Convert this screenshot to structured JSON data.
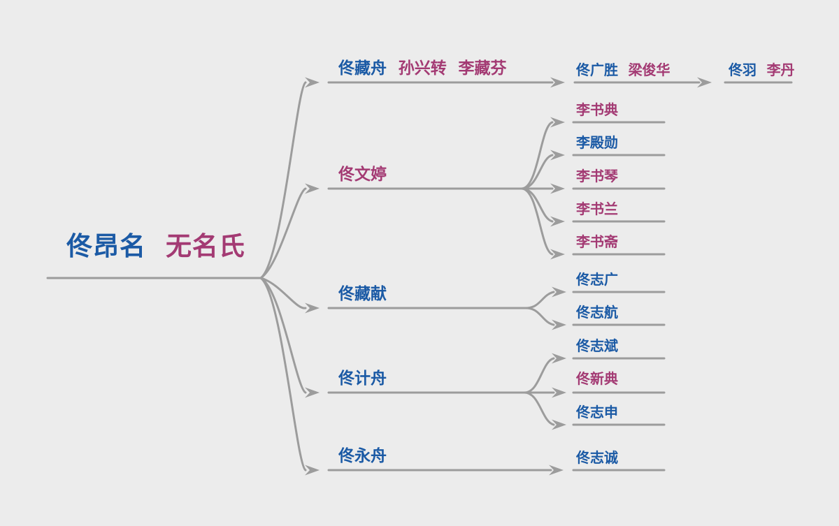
{
  "diagram_type": "family-tree-mindmap",
  "colors": {
    "male_text": "#1b5aa5",
    "female_text": "#a33a73",
    "line": "#9c9c9c",
    "background": "#ececec"
  },
  "tree": {
    "root": {
      "parts": [
        {
          "text": "佟昂名",
          "gender": "male"
        },
        {
          "text": "无名氏",
          "gender": "female"
        }
      ],
      "children": [
        {
          "parts": [
            {
              "text": "佟藏舟",
              "gender": "male"
            },
            {
              "text": "孙兴转",
              "gender": "female"
            },
            {
              "text": "李藏芬",
              "gender": "female"
            }
          ],
          "children": [
            {
              "parts": [
                {
                  "text": "佟广胜",
                  "gender": "male"
                },
                {
                  "text": "梁俊华",
                  "gender": "female"
                }
              ],
              "children": [
                {
                  "parts": [
                    {
                      "text": "佟羽",
                      "gender": "male"
                    },
                    {
                      "text": "李丹",
                      "gender": "female"
                    }
                  ],
                  "children": []
                }
              ]
            }
          ]
        },
        {
          "parts": [
            {
              "text": "佟文婷",
              "gender": "female"
            }
          ],
          "children": [
            {
              "parts": [
                {
                  "text": "李书典",
                  "gender": "female"
                }
              ],
              "children": []
            },
            {
              "parts": [
                {
                  "text": "李殿勋",
                  "gender": "male"
                }
              ],
              "children": []
            },
            {
              "parts": [
                {
                  "text": "李书琴",
                  "gender": "female"
                }
              ],
              "children": []
            },
            {
              "parts": [
                {
                  "text": "李书兰",
                  "gender": "female"
                }
              ],
              "children": []
            },
            {
              "parts": [
                {
                  "text": "李书斋",
                  "gender": "female"
                }
              ],
              "children": []
            }
          ]
        },
        {
          "parts": [
            {
              "text": "佟藏献",
              "gender": "male"
            }
          ],
          "children": [
            {
              "parts": [
                {
                  "text": "佟志广",
                  "gender": "male"
                }
              ],
              "children": []
            },
            {
              "parts": [
                {
                  "text": "佟志航",
                  "gender": "male"
                }
              ],
              "children": []
            }
          ]
        },
        {
          "parts": [
            {
              "text": "佟计舟",
              "gender": "male"
            }
          ],
          "children": [
            {
              "parts": [
                {
                  "text": "佟志斌",
                  "gender": "male"
                }
              ],
              "children": []
            },
            {
              "parts": [
                {
                  "text": "佟新典",
                  "gender": "female"
                }
              ],
              "children": []
            },
            {
              "parts": [
                {
                  "text": "佟志申",
                  "gender": "male"
                }
              ],
              "children": []
            }
          ]
        },
        {
          "parts": [
            {
              "text": "佟永舟",
              "gender": "male"
            }
          ],
          "children": [
            {
              "parts": [
                {
                  "text": "佟志诚",
                  "gender": "male"
                }
              ],
              "children": []
            }
          ]
        }
      ]
    }
  }
}
